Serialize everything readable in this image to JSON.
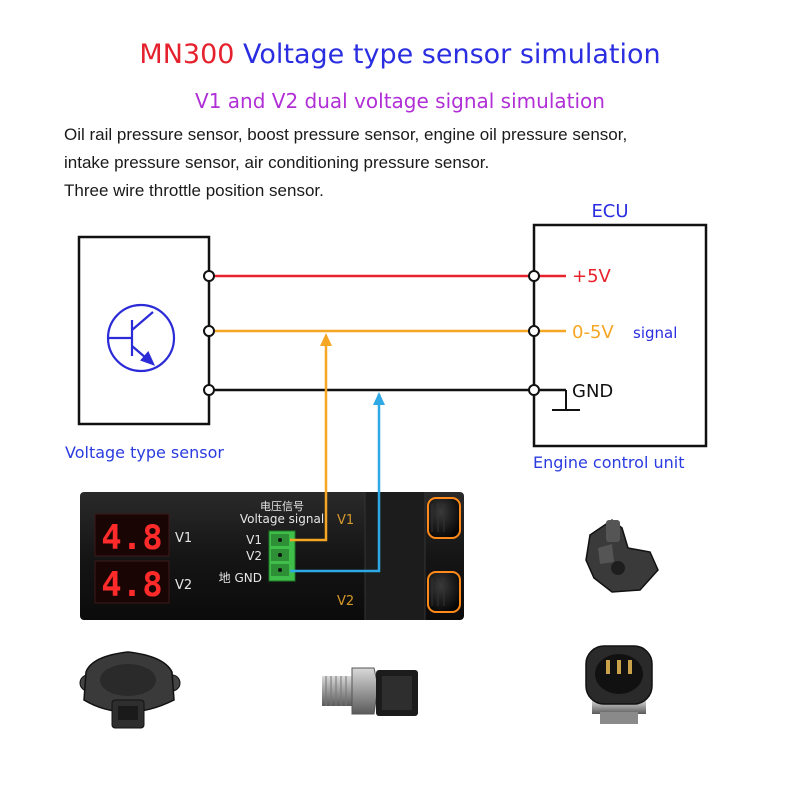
{
  "header": {
    "title_brand": "MN300",
    "title_rest": " Voltage type sensor simulation",
    "subtitle": "V1 and V2 dual voltage signal simulation",
    "desc_line1": "Oil rail pressure sensor, boost pressure sensor, engine oil pressure sensor,",
    "desc_line2": "intake pressure sensor, air conditioning pressure sensor.",
    "desc_line3": "Three wire throttle position sensor."
  },
  "ecu": {
    "title": "ECU",
    "caption": "Engine control unit",
    "pin_5v": "+5V",
    "pin_signal": "0-5V",
    "pin_signal_suffix": "signal",
    "pin_gnd": "GND"
  },
  "sensor": {
    "caption": "Voltage type sensor"
  },
  "device": {
    "display_v1": "4.8",
    "display_v2": "4.8",
    "label_v1": "V1",
    "label_v2": "V2",
    "connector_title_cn": "电压信号",
    "connector_title_en": "Voltage signal",
    "pin_v1": "V1",
    "pin_v2": "V2",
    "pin_gnd": "地 GND",
    "knob_label_v1": "V1",
    "knob_label_v2": "V2"
  },
  "colors": {
    "red_wire": "#e8232d",
    "orange_wire": "#f5a623",
    "blue_wire": "#2fa9e6",
    "black_wire": "#111111",
    "brand_red": "#e5212d",
    "title_blue": "#2a2ee0",
    "subtitle_purple": "#b12fd6",
    "caption_blue": "#2a3be0",
    "led_red": "#ff2a2a",
    "connector_green": "#3fbf4a",
    "knob_orange": "#ff8a1a"
  }
}
